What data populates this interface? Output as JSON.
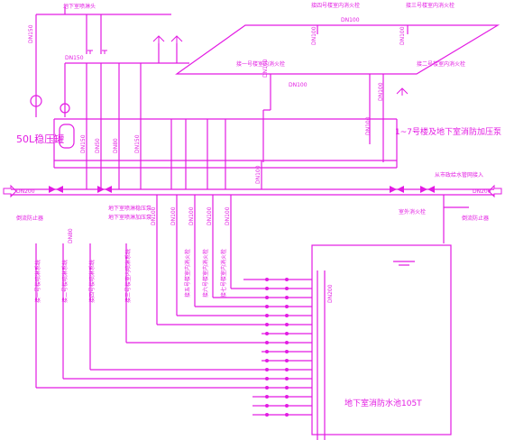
{
  "colors": {
    "pipe": "#e31be3",
    "text": "#d21ad2",
    "background": "#ffffff"
  },
  "labels": {
    "underground_spray": "地下室喷淋头",
    "fire_bldg_4": "接四号楼室内消火栓",
    "fire_bldg_3": "接三号楼室内消火栓",
    "fire_bldg_1": "接一号楼室内消火栓",
    "fire_bldg_2": "接二号楼室内消火栓",
    "pressure_tank": "50L稳压罐",
    "pump_group_1_7": "1~7号楼及地下室消防加压泵",
    "from_fire_truck": "从市政给水管网接入",
    "fire_hydrant_outdoor": "室外消火栓",
    "check_valve_left": "倒流防止器",
    "check_valve_right": "倒流防止器",
    "spray_pump_1": "地下室喷淋稳压泵",
    "spray_pump_2": "地下室喷淋加压泵",
    "pump_a": "接五号楼室内消火栓",
    "pump_b": "接六号楼室内消火栓",
    "pump_c": "接七号楼室内消火栓",
    "vert_1": "接一号楼喷淋系统",
    "vert_2": "接二号楼喷淋系统",
    "vert_3": "接四号楼喷淋系统",
    "vert_4": "接三号楼室内喷淋系统",
    "pool": "地下室消防水池105T"
  },
  "pipe_sizes": {
    "dn150_a": "DN150",
    "dn150_b": "DN150",
    "dn100_a": "DN100",
    "dn100_b": "DN100",
    "dn100_c": "DN100",
    "dn100_d": "DN100",
    "dn100_e": "DN100",
    "dn100_f": "DN100",
    "dn100_g": "DN100",
    "dn100_h": "DN100",
    "dn100_i": "DN100",
    "dn100_j": "DN100",
    "dn200_left": "DN200",
    "dn200_right": "DN200",
    "dn200_pool": "DN200",
    "dn150_v": "DN150",
    "dn50_a": "DN50",
    "dn80_a": "DN80",
    "dn80_b": "DN80",
    "dn150_c": "DN150",
    "dn100_v1": "DN100",
    "dn100_v2": "DN100",
    "dn100_v3": "DN100"
  }
}
